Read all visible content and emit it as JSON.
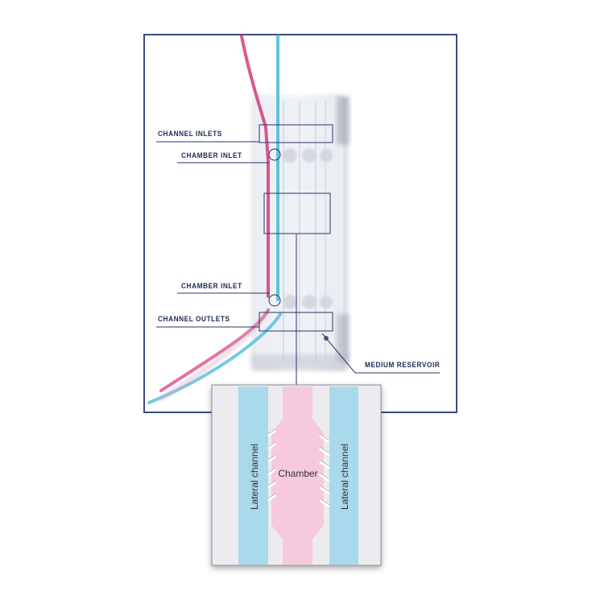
{
  "callouts": {
    "channel_inlets": "CHANNEL INLETS",
    "chamber_inlet_top": "CHAMBER INLET",
    "chamber_inlet_bottom": "CHAMBER INLET",
    "channel_outlets": "CHANNEL OUTLETS",
    "medium_reservoir": "MEDIUM RESERVOIR"
  },
  "inset": {
    "left_channel": "Lateral channel",
    "chamber": "Chamber",
    "right_channel": "Lateral channel"
  },
  "colors": {
    "frame": "#3a4a86",
    "callout_line": "#2c3566",
    "tube_pink": "#d33a7a",
    "tube_blue": "#48b8d8",
    "lateral_channel": "#a9d9ea",
    "chamber": "#f6cadc",
    "inset_background": "#ececf0"
  }
}
